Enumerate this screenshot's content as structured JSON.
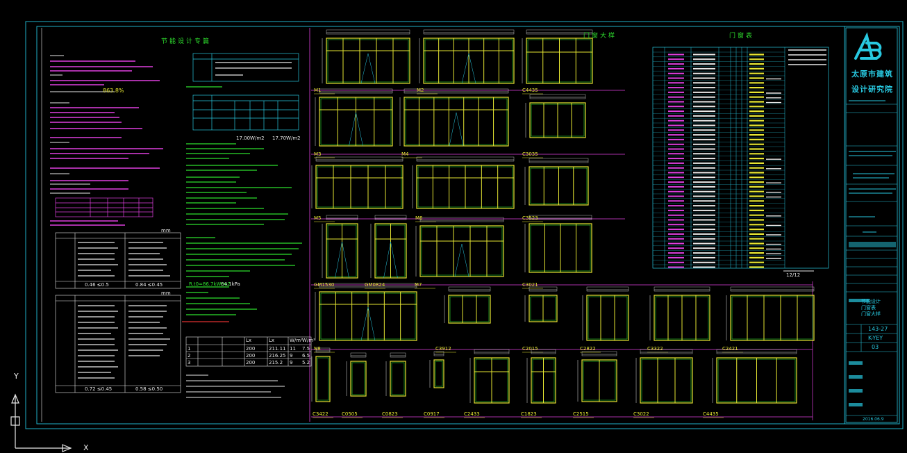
{
  "sheet": {
    "left_title": "节能设计专篇",
    "center_title": "门窗大样",
    "right_title": "门窗表",
    "unit_text": "mm"
  },
  "left_panel": {
    "energy_values": [
      "863.8%",
      "17.00W/m2",
      "17.70W/m2",
      "64.1kPa"
    ],
    "lpd_table": {
      "headers": [
        "",
        "",
        "",
        "Lx",
        "Lx",
        "W/m²",
        "W/m²"
      ],
      "rows": [
        [
          "1",
          "",
          "",
          "200",
          "211.11",
          "11",
          "7.5"
        ],
        [
          "2",
          "",
          "",
          "200",
          "216.25",
          "9",
          "6.5"
        ],
        [
          "3",
          "",
          "",
          "200",
          "215.2",
          "9",
          "5.2"
        ]
      ]
    },
    "summary_values": [
      "0.46 ≤0.5",
      "0.84 ≤0.45",
      "0.72 ≤0.45",
      "0.58 ≤0.50"
    ],
    "formula_text": "R.t0=86.7kW/m2"
  },
  "door_labels": [
    "M1",
    "M2",
    "C4435",
    "M3",
    "M4",
    "C3035",
    "M5",
    "M6",
    "C3523",
    "GM1530",
    "GM0824",
    "M7",
    "C3021",
    "N8",
    "C3912",
    "C2015",
    "C2822",
    "C3322",
    "C2421",
    "C3422",
    "C0505",
    "C0823",
    "C0917",
    "C2433",
    "C1823",
    "C2515",
    "C3022",
    "C4435"
  ],
  "door_table": {
    "footnote": "12/12"
  },
  "title_block": {
    "org_name_line1": "太原市建筑",
    "org_name_line2": "设计研究院",
    "drawing_no": "143-27",
    "drawing_code": "K-YEY",
    "sheet_no": "03",
    "date": "2016.06.9",
    "drawing_name_lines": [
      "节能设计",
      "门窗表",
      "门窗大样"
    ]
  },
  "axis": {
    "y_label": "Y",
    "x_label": "X"
  }
}
